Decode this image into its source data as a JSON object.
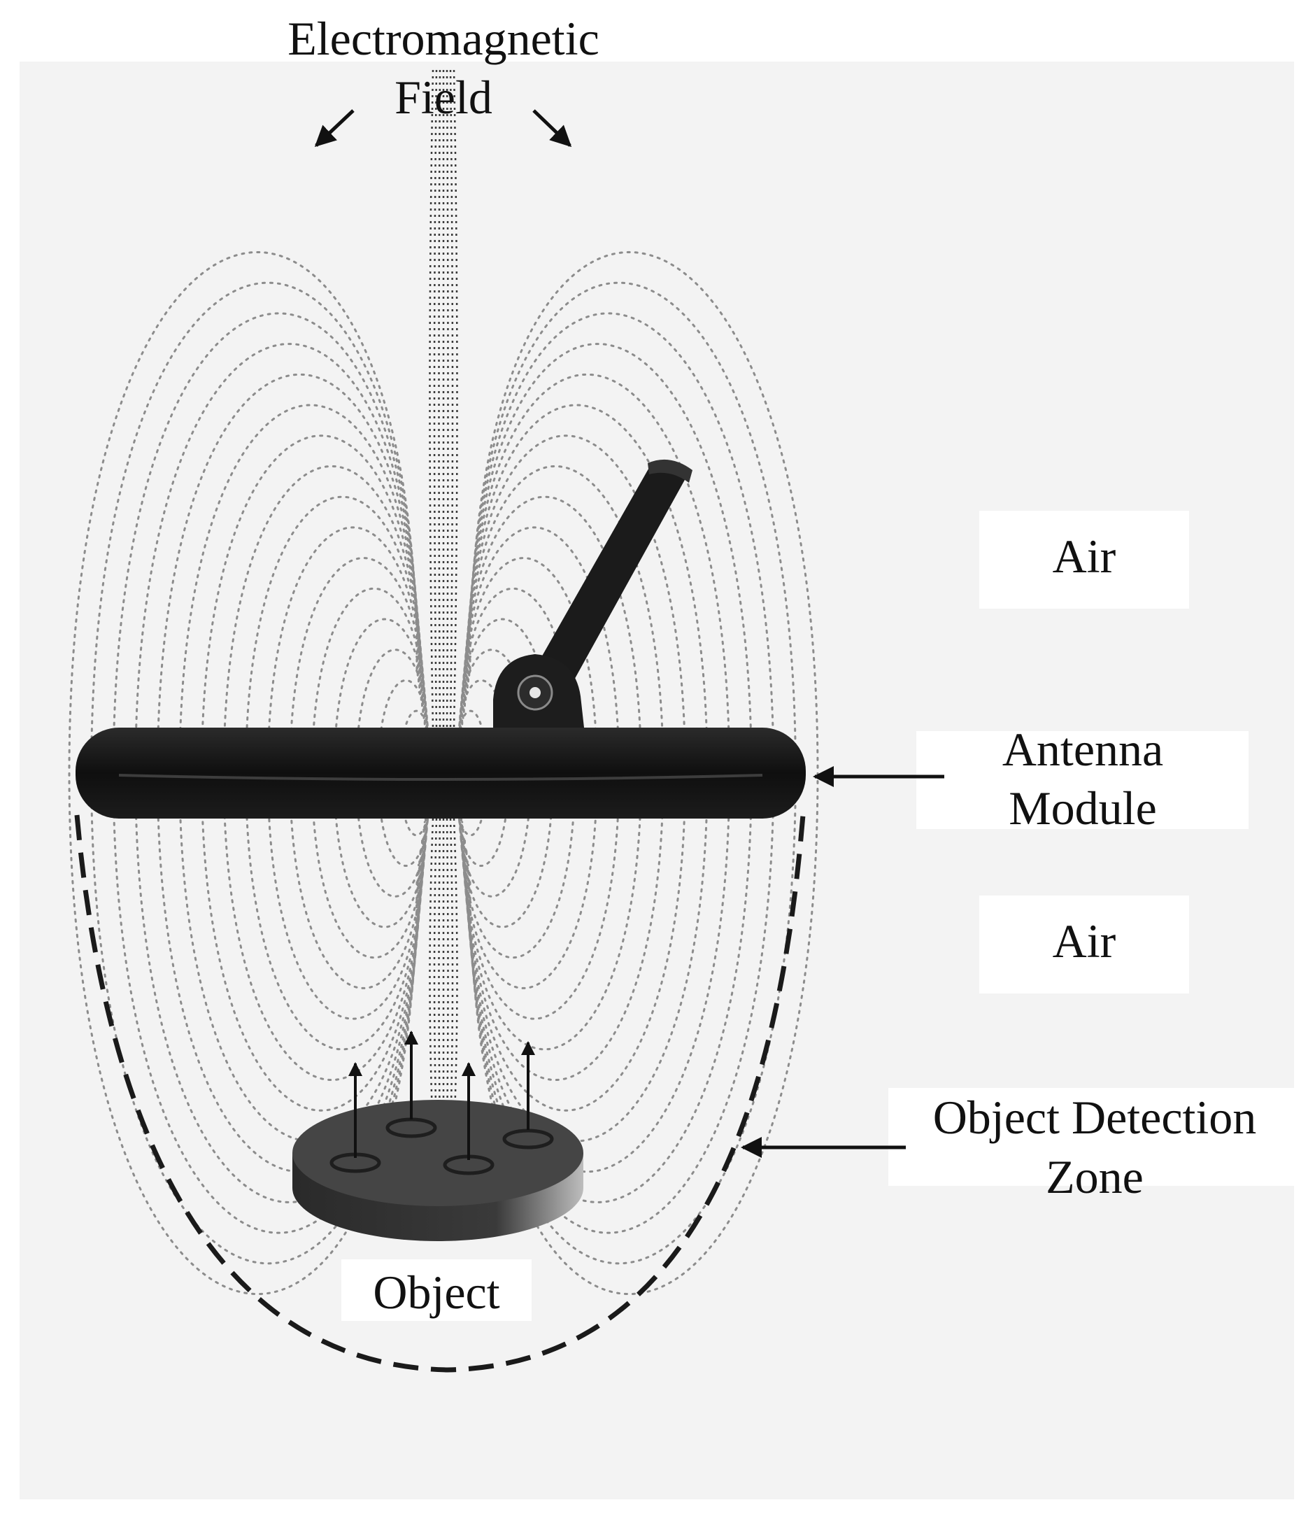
{
  "labels": {
    "field_line1": "Electromagnetic",
    "field_line2": "Field",
    "air_top": "Air",
    "antenna_line1": "Antenna",
    "antenna_line2": "Module",
    "air_bottom": "Air",
    "zone_line1": "Object Detection",
    "zone_line2": "Zone",
    "object": "Object"
  },
  "colors": {
    "field_lines": "#8c8c8c",
    "central_field_lines": "#3a3a3a",
    "antenna": "#161616",
    "zone_boundary": "#1a1a1a",
    "label_background": "#ffffff",
    "background_panel": "#f3f3f3"
  },
  "icons": [
    "arrow-icon",
    "pivot-icon"
  ]
}
